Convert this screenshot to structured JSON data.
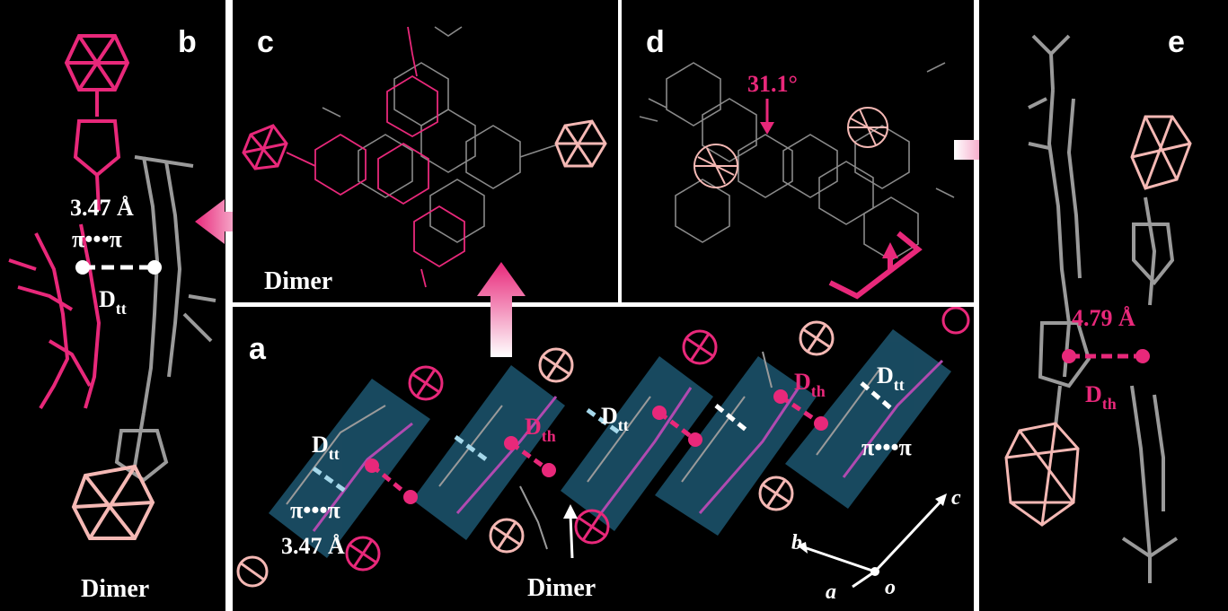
{
  "panels": {
    "a": {
      "label": "a",
      "dimer_label": "Dimer",
      "d_tt": "D",
      "d_tt_sub": "tt",
      "d_th": "D",
      "d_th_sub": "th",
      "pipi": "π•••π",
      "distance": "3.47 Å",
      "axis_b": "b",
      "axis_c": "c",
      "axis_a": "a",
      "axis_o": "o"
    },
    "b": {
      "label": "b",
      "distance": "3.47 Å",
      "pipi": "π•••π",
      "d": "D",
      "d_sub": "tt",
      "dimer_label": "Dimer"
    },
    "c": {
      "label": "c",
      "dimer_label": "Dimer"
    },
    "d": {
      "label": "d",
      "angle": "31.1°"
    },
    "e": {
      "label": "e",
      "distance": "4.79 Å",
      "d": "D",
      "d_sub": "th"
    }
  },
  "colors": {
    "magenta": "#e8287a",
    "pink": "#f4b8b4",
    "gray": "#9a9a9a",
    "teal": "#2e6f8c",
    "white": "#ffffff"
  }
}
